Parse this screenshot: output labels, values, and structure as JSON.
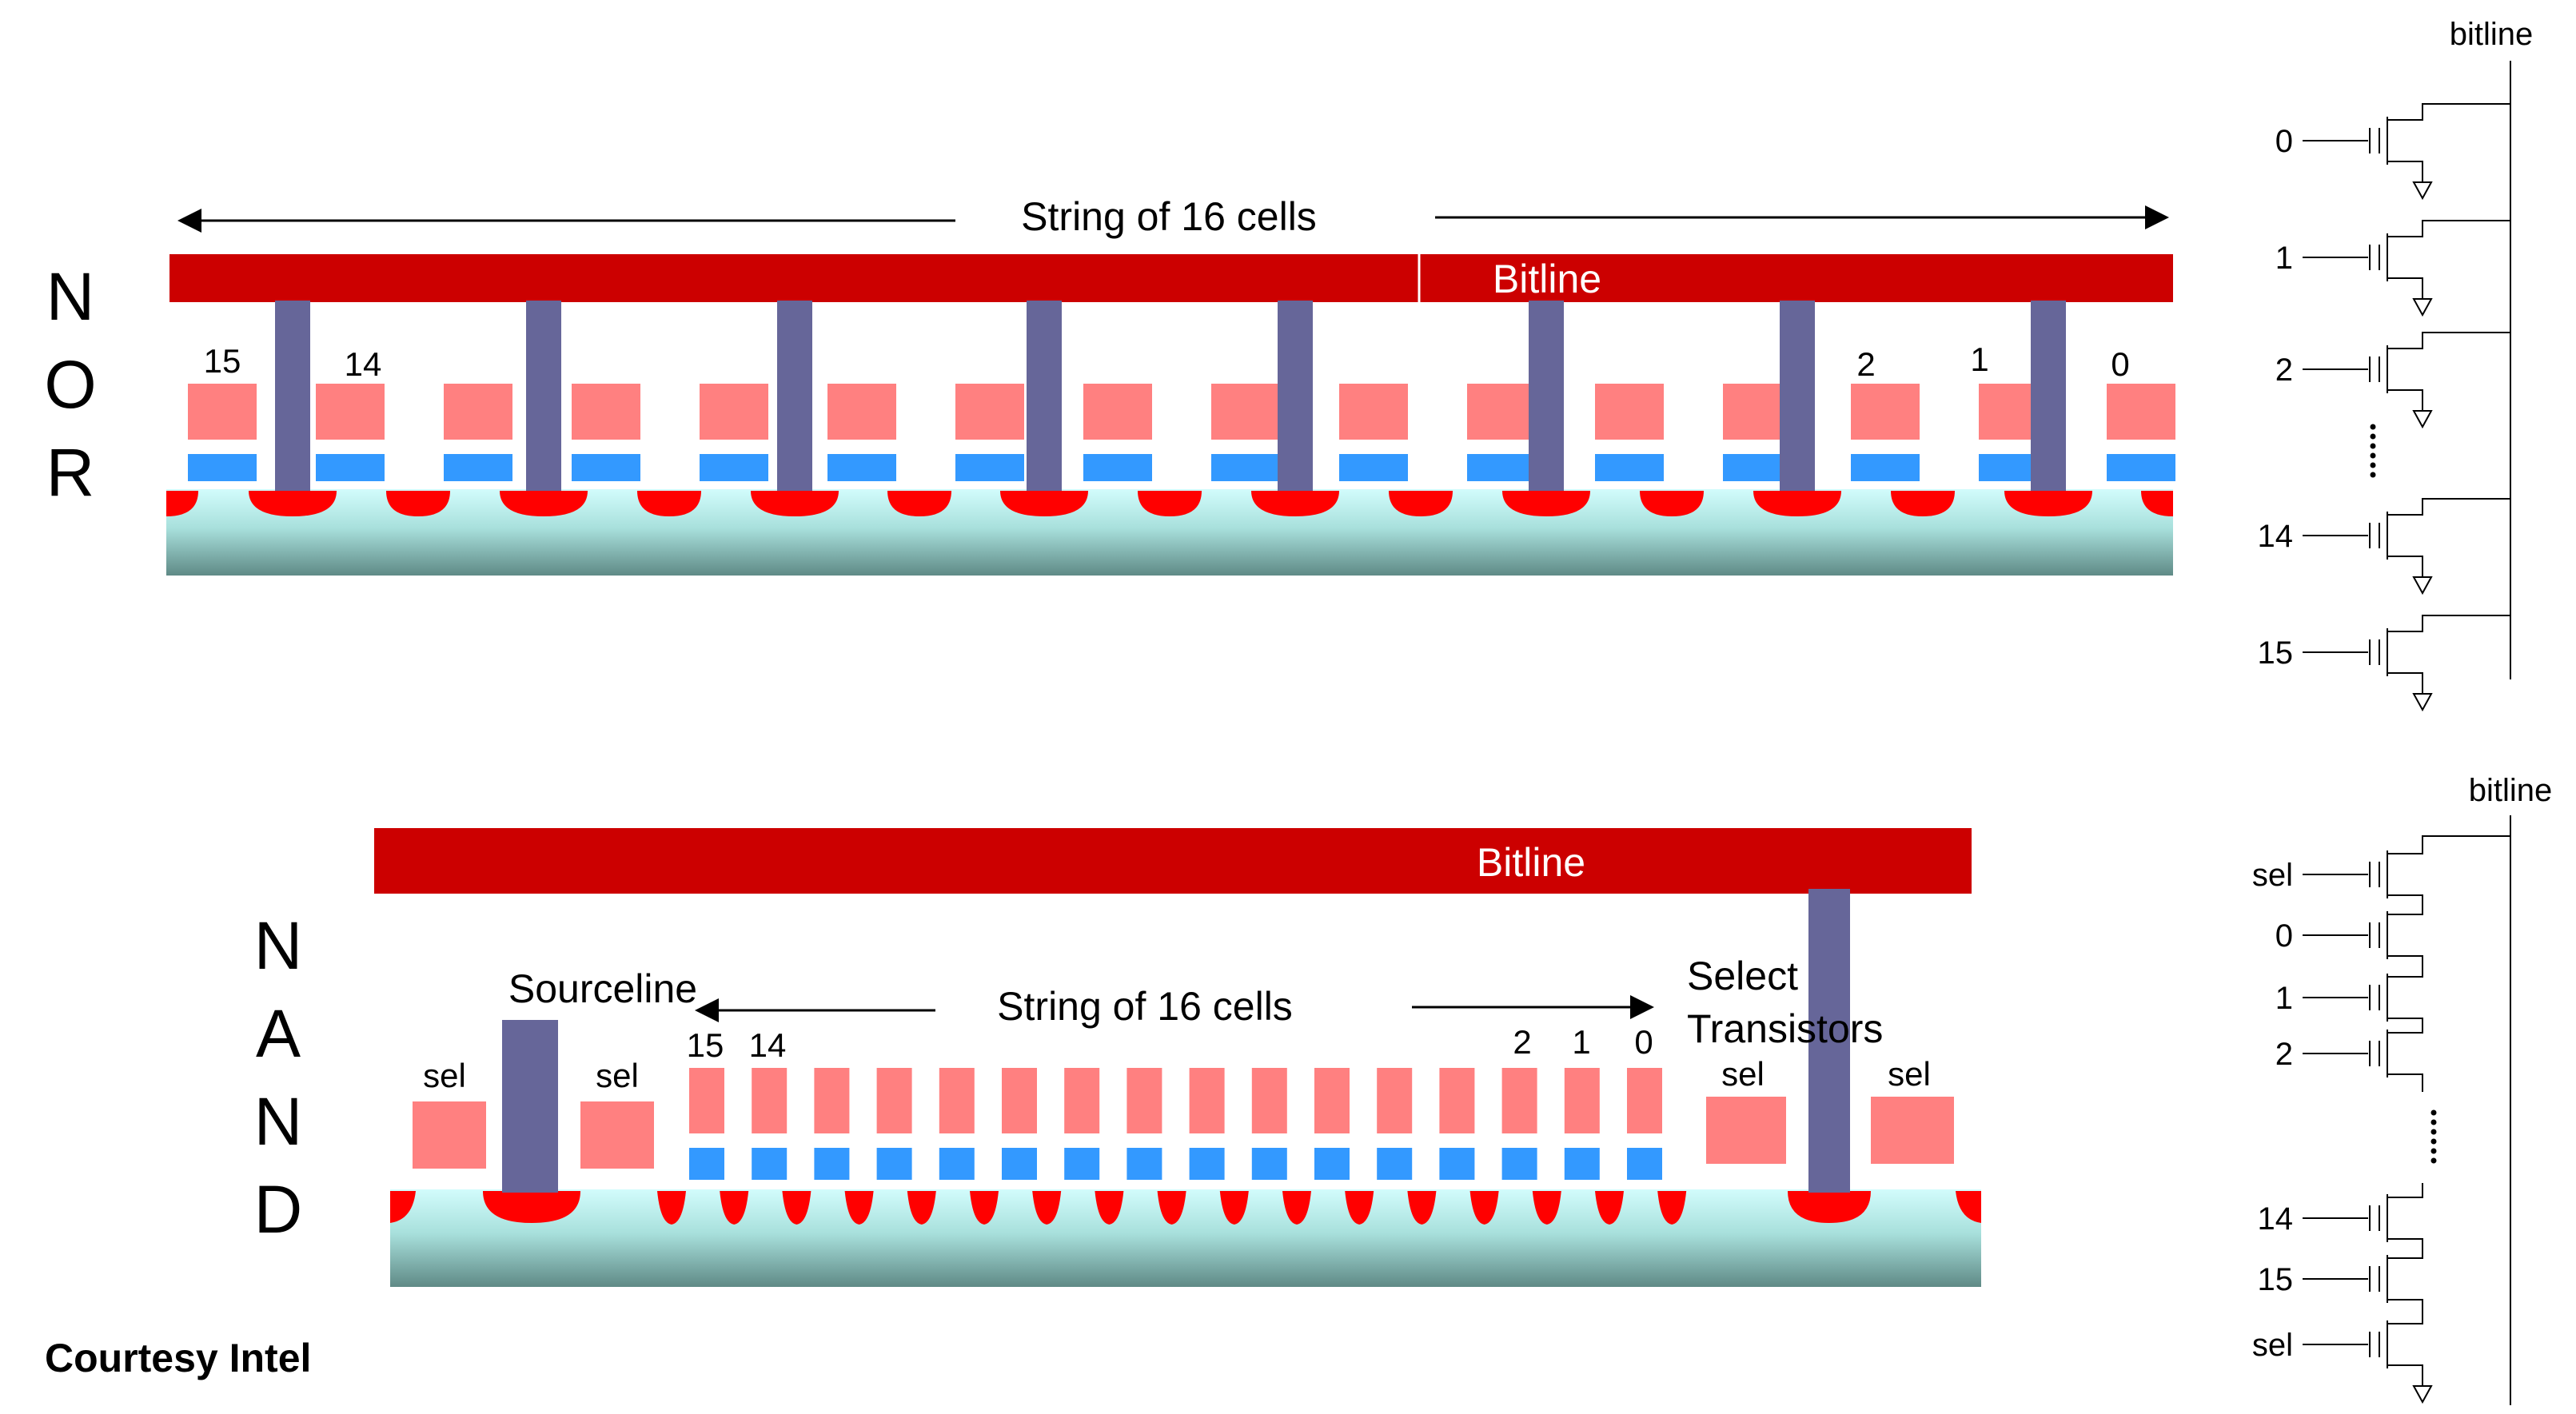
{
  "nor": {
    "side_letters": [
      "N",
      "O",
      "R"
    ],
    "string_label": "String of 16 cells",
    "bitline_label": "Bitline",
    "cell_numbers": {
      "left": [
        "15",
        "14"
      ],
      "right": [
        "2",
        "1",
        "0"
      ]
    }
  },
  "nand": {
    "side_letters": [
      "N",
      "A",
      "N",
      "D"
    ],
    "bitline_label": "Bitline",
    "sourceline_label": "Sourceline",
    "string_label": "String of 16 cells",
    "select_label_line1": "Select",
    "select_label_line2": "Transistors",
    "sel_label": "sel",
    "cell_numbers": {
      "left": [
        "15",
        "14"
      ],
      "right": [
        "2",
        "1",
        "0"
      ]
    }
  },
  "schematic_nor": {
    "bitline_label": "bitline",
    "rows": [
      "0",
      "1",
      "2",
      "14",
      "15"
    ]
  },
  "schematic_nand": {
    "bitline_label": "bitline",
    "rows": [
      "sel",
      "0",
      "1",
      "2",
      "14",
      "15",
      "sel"
    ]
  },
  "credit": "Courtesy Intel",
  "colors": {
    "bitline": "#cc0000",
    "gate": "#ff8080",
    "floating_gate": "#3399ff",
    "contact": "#666699",
    "junction": "#ff0000",
    "substrate_top": "#c8fafa",
    "substrate_bottom": "#5f8a86"
  }
}
